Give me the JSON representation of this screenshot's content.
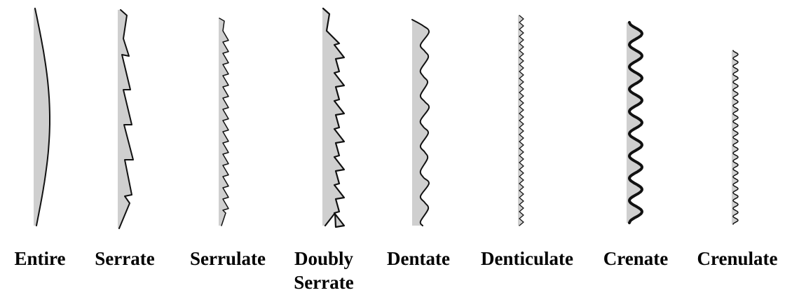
{
  "figure": {
    "margin_types": [
      {
        "key": "entire",
        "label": "Entire"
      },
      {
        "key": "serrate",
        "label": "Serrate"
      },
      {
        "key": "serrulate",
        "label": "Serrulate"
      },
      {
        "key": "doubly-serrate",
        "label": "Doubly",
        "label_line2": "Serrate"
      },
      {
        "key": "dentate",
        "label": "Dentate"
      },
      {
        "key": "denticulate",
        "label": "Denticulate"
      },
      {
        "key": "crenate",
        "label": "Crenate"
      },
      {
        "key": "crenulate",
        "label": "Crenulate"
      }
    ],
    "colors": {
      "fill": "#cfcfcf",
      "stroke": "#111111"
    }
  }
}
